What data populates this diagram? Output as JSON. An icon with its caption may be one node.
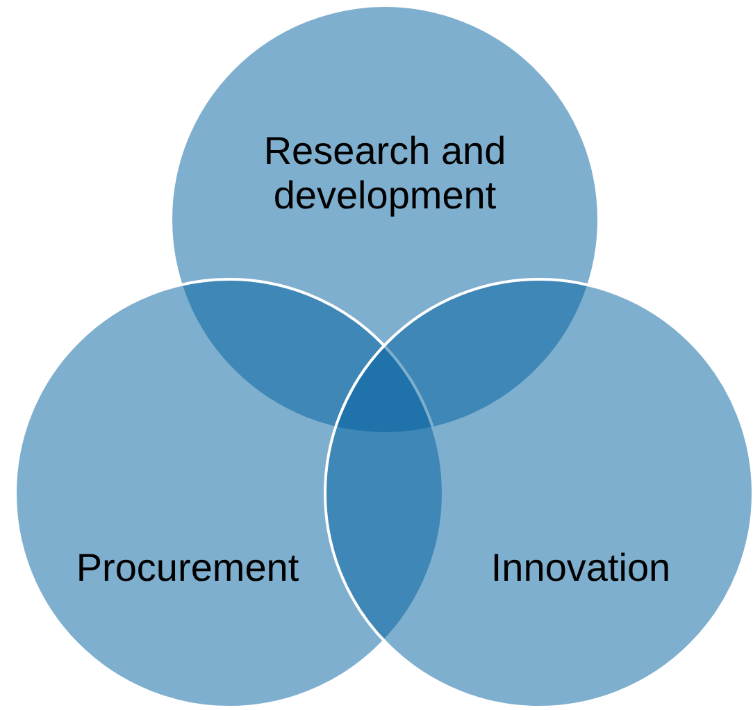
{
  "diagram": {
    "nodes": [
      {
        "text": [
          "Research and development"
        ]
      },
      {
        "text": [
          "Procurement"
        ]
      },
      {
        "text": [
          "Innovation"
        ]
      }
    ]
  }
}
